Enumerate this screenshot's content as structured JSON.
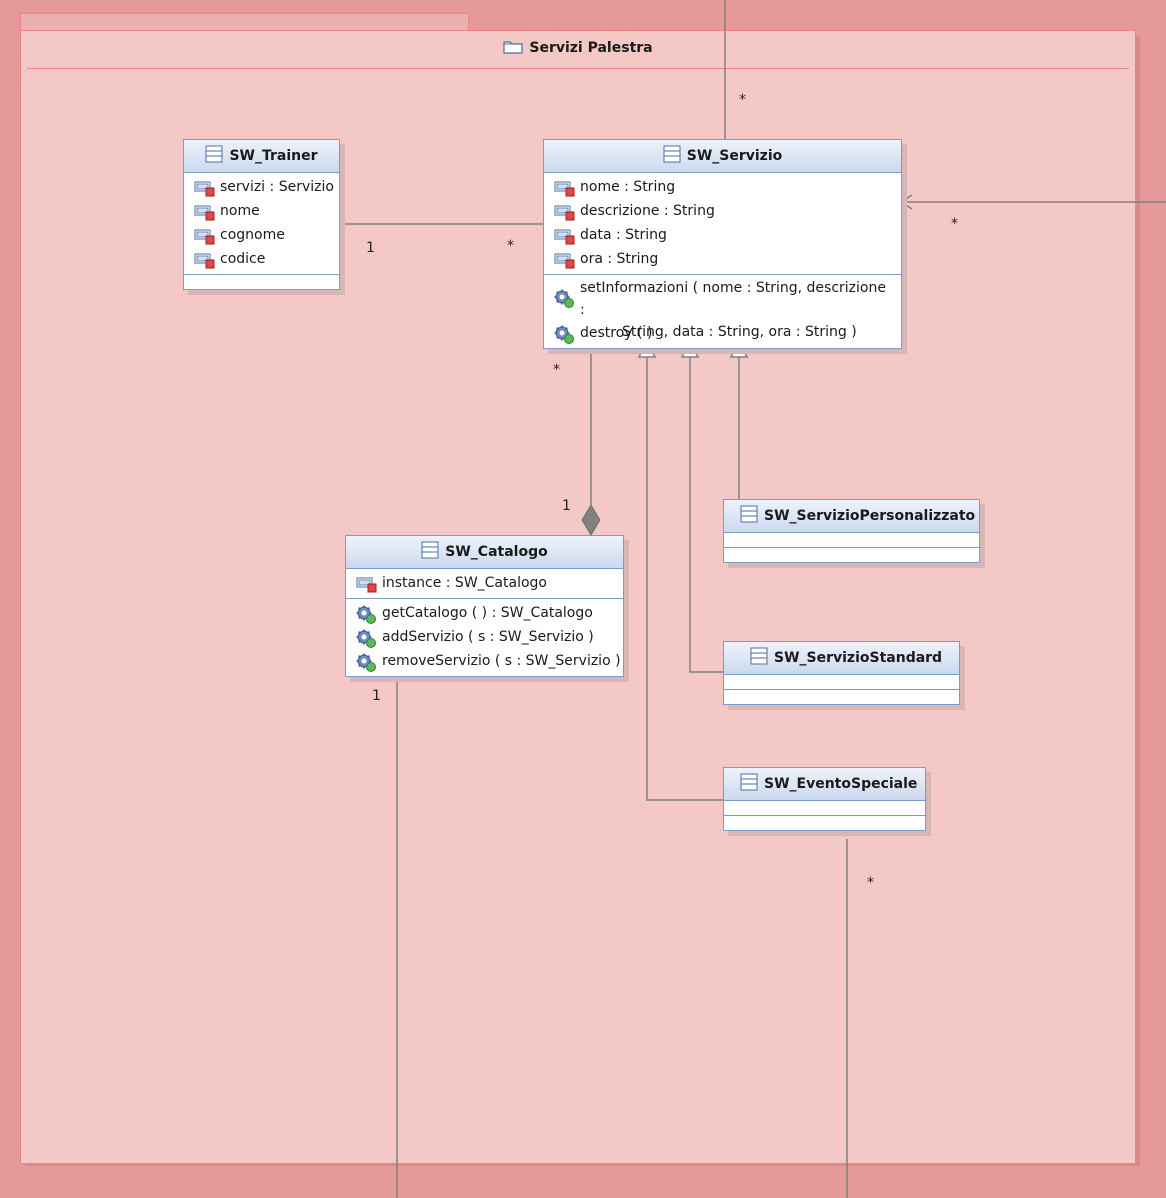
{
  "package": {
    "title": "Servizi Palestra"
  },
  "classes": {
    "trainer": {
      "name": "SW_Trainer",
      "attributes": [
        "servizi : Servizio",
        "nome",
        "cognome",
        "codice"
      ],
      "operations": []
    },
    "servizio": {
      "name": "SW_Servizio",
      "attributes": [
        "nome : String",
        "descrizione : String",
        "data : String",
        "ora : String"
      ],
      "operations": [
        {
          "line1": "setInformazioni ( nome : String, descrizione :",
          "line2": "String, data : String, ora : String )"
        },
        {
          "line1": "destroy ( )"
        }
      ]
    },
    "catalogo": {
      "name": "SW_Catalogo",
      "attributes": [
        "instance : SW_Catalogo"
      ],
      "operations": [
        "getCatalogo ( ) : SW_Catalogo",
        "addServizio ( s : SW_Servizio )",
        "removeServizio ( s : SW_Servizio )"
      ]
    },
    "personalizzato": {
      "name": "SW_ServizioPersonalizzato"
    },
    "standard": {
      "name": "SW_ServizioStandard"
    },
    "evento": {
      "name": "SW_EventoSpeciale"
    }
  },
  "multiplicities": {
    "top_star": "*",
    "trainer_one": "1",
    "trainer_servizio_star": "*",
    "right_star": "*",
    "catalog_servizio_star": "*",
    "catalog_one": "1",
    "catalog_bottom_one": "1",
    "evento_bottom_star": "*"
  },
  "icons": {
    "attribute": "private-attribute-icon",
    "operation": "public-operation-gear-icon",
    "class": "class-icon",
    "package": "folder-icon"
  },
  "colors": {
    "background": "#e59a99",
    "package_fill": "#f5c8c8",
    "package_border": "#ea8483",
    "class_border": "#7d9bc8",
    "class_header": "#cbd9ee",
    "connector": "#808080"
  }
}
